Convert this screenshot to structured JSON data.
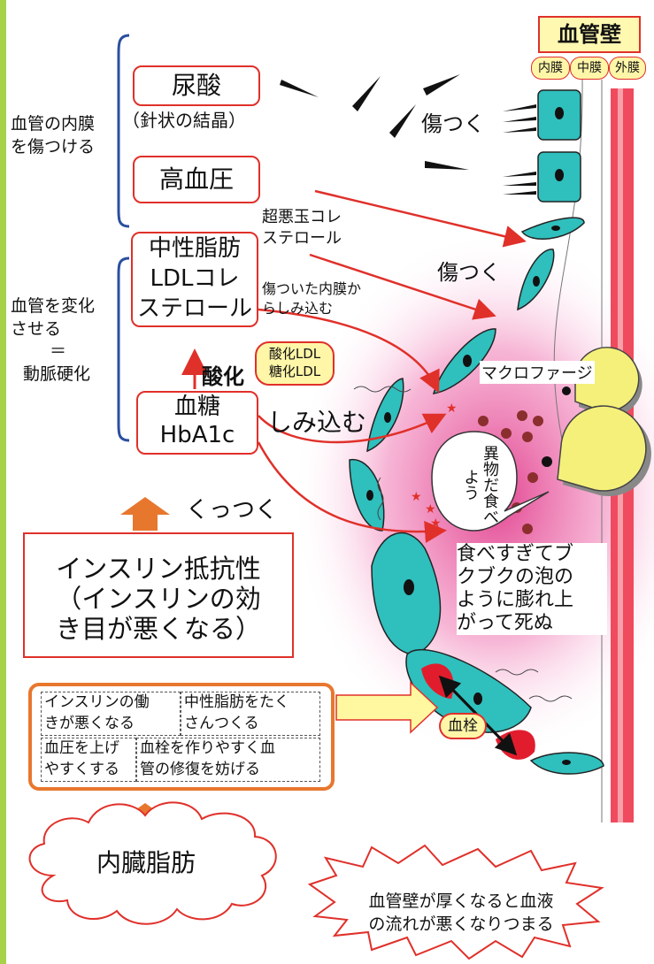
{
  "colors": {
    "accent_red": "#e0302a",
    "cell_teal": "#2fbfbd",
    "wall_red": "#f04a5e",
    "orange": "#e8772e",
    "pale_yellow": "#fff6a8",
    "side_green": "#a6d24a"
  },
  "vessel": {
    "title": "血管壁",
    "layers": [
      "内膜",
      "中膜",
      "外膜"
    ]
  },
  "left": {
    "group1_label": "血管の内膜\nを傷つける",
    "uric_acid": "尿酸",
    "uric_note": "（針状の結晶）",
    "hypertension": "高血圧",
    "group2_label_line1": "血管を変化",
    "group2_label_line2": "させる",
    "group2_equal": "＝",
    "group2_label_line3": "動脈硬化",
    "lipids_line1": "中性脂肪",
    "lipids_line2": "LDLコレ",
    "lipids_line3": "ステロール",
    "sugar_line1": "血糖",
    "sugar_line2": "HbA1c",
    "oxidation": "酸化",
    "ox_ldl_line1": "酸化LDL",
    "ox_ldl_line2": "糖化LDL"
  },
  "annotations": {
    "damage1": "傷つく",
    "damage2": "傷つく",
    "super_bad_line1": "超悪玉コレ",
    "super_bad_line2": "ステロール",
    "seep_note_line1": "傷ついた内膜か",
    "seep_note_line2": "らしみ込む",
    "seep": "しみ込む",
    "stick": "くっつく",
    "macrophage": "マクロファージ",
    "foreign_bubble": "異物だ食べよう",
    "foam_line1": "食べすぎてブ",
    "foam_line2": "クブクの泡の",
    "foam_line3": "ように膨れ上",
    "foam_line4": "がって死ぬ",
    "thrombus": "血栓"
  },
  "insulin": {
    "line1": "インスリン抵抗性",
    "line2": "（インスリンの効",
    "line3": "き目が悪くなる）"
  },
  "effects": {
    "cell1": "インスリンの働\nきが悪くなる",
    "cell2": "中性脂肪をたく\nさんつくる",
    "cell3": "血圧を上げ\nやすくする",
    "cell4": "血栓を作りやすく血\n管の修復を妨げる"
  },
  "visceral_fat": "内臓脂肪",
  "warning_line1": "血管壁が厚くなると血液",
  "warning_line2": "の流れが悪くなりつまる"
}
